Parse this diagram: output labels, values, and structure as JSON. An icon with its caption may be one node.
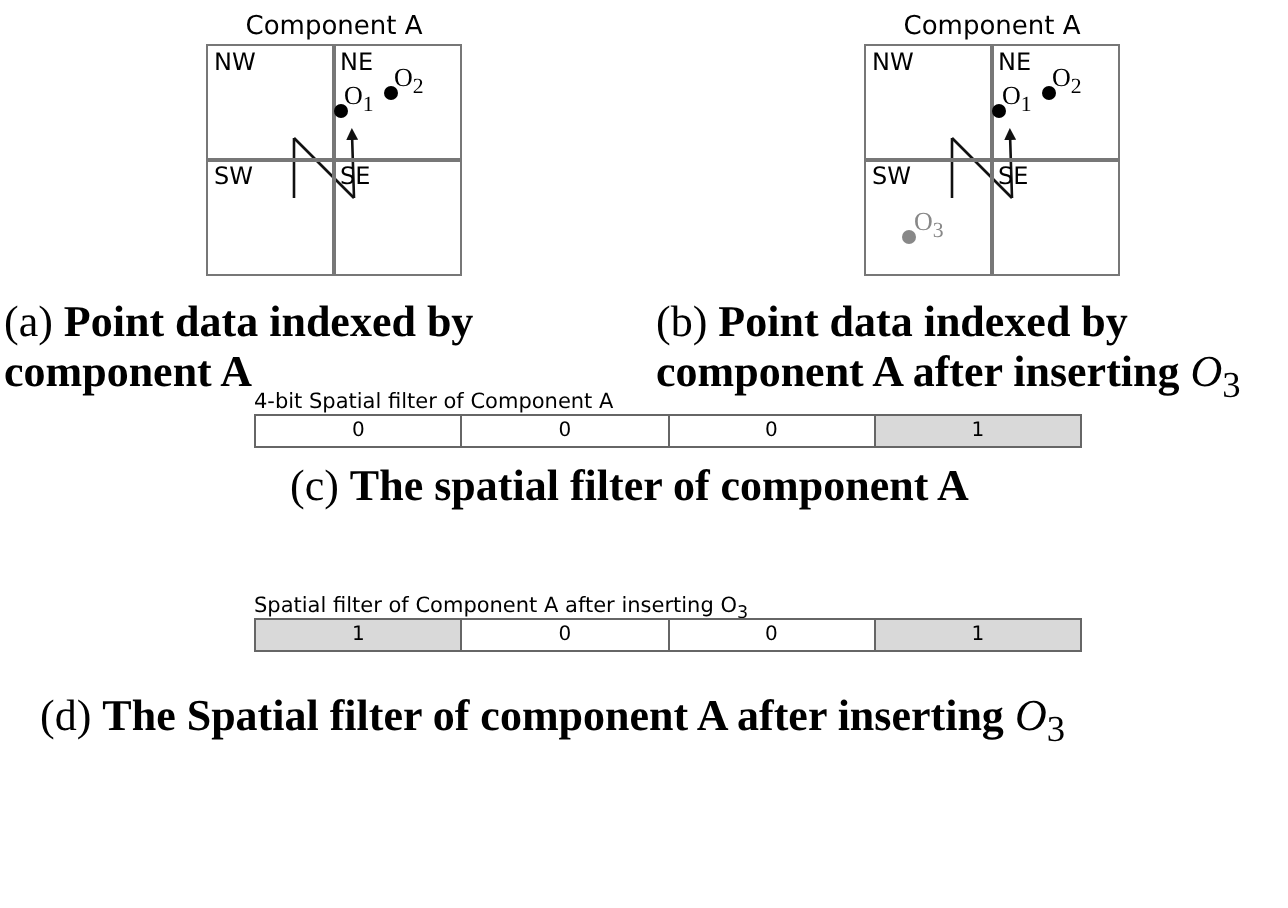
{
  "diagram": {
    "nodes": [
      {
        "text": [
          "Component A"
        ]
      },
      {
        "text": [
          "NW"
        ],
        "in": 0
      },
      {
        "text": [
          "NE"
        ],
        "in": 0
      },
      {
        "text": [
          "SW"
        ],
        "in": 0
      },
      {
        "text": [
          "SE"
        ],
        "in": 0
      },
      {
        "text": [
          "Component A"
        ]
      },
      {
        "text": [
          "NW"
        ],
        "in": 5
      },
      {
        "text": [
          "NE"
        ],
        "in": 5
      },
      {
        "text": [
          "SW"
        ],
        "in": 5
      },
      {
        "text": [
          "SE"
        ],
        "in": 5
      },
      {
        "text": [
          "4-bit Spatial filter of Component A"
        ]
      },
      {
        "text": [
          "0"
        ],
        "in": 10
      },
      {
        "text": [
          "0"
        ],
        "in": 10
      },
      {
        "text": [
          "0"
        ],
        "in": 10
      },
      {
        "text": [
          "1"
        ],
        "in": 10
      },
      {
        "text": [
          "Spatial filter of Component A after inserting O$_{3}$"
        ]
      },
      {
        "text": [
          "1"
        ],
        "in": 15
      },
      {
        "text": [
          "0"
        ],
        "in": 15
      },
      {
        "text": [
          "0"
        ],
        "in": 15
      },
      {
        "text": [
          "1"
        ],
        "in": 15
      }
    ],
    "edges": [
      {
        "from": 3,
        "to": 1,
        "arrow": "none"
      },
      {
        "from": 1,
        "to": 4,
        "arrow": "none"
      },
      {
        "from": 4,
        "to": 2,
        "arrow": "to"
      },
      {
        "from": 8,
        "to": 6,
        "arrow": "none"
      },
      {
        "from": 6,
        "to": 9,
        "arrow": "none"
      },
      {
        "from": 9,
        "to": 7,
        "arrow": "to"
      }
    ],
    "labels": [
      "O$_{1}$",
      "O$_{2}$",
      "(a) **Point data indexed by component A**",
      "O$_{1}$",
      "O$_{2}$",
      "O$_{3}$",
      "(b) **Point data indexed by component A after inserting** *O*$_{3}$",
      "(c) **The spatial filter of component A**",
      "(d) **The Spatial filter of component A after inserting** *O*$_{3}$"
    ]
  }
}
